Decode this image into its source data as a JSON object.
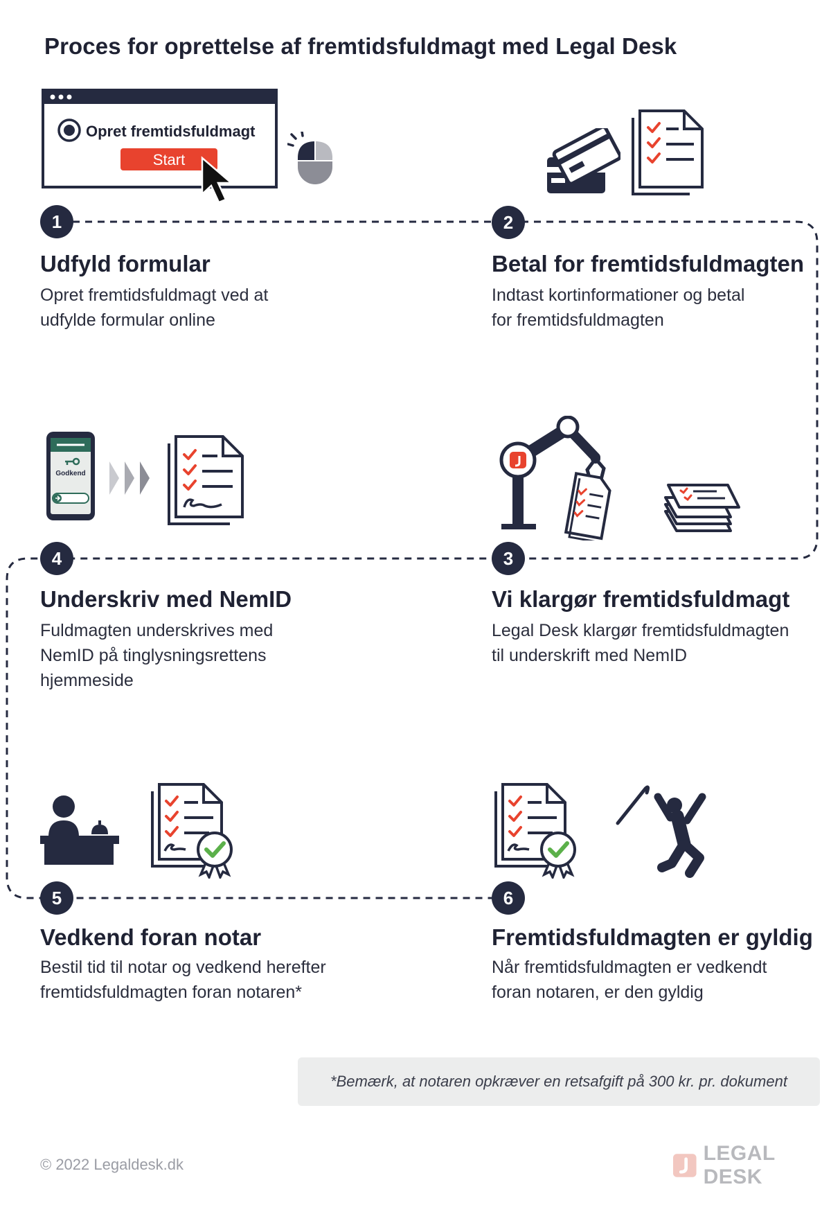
{
  "title": "Proces for oprettelse af fremtidsfuldmagt med Legal Desk",
  "browser": {
    "radio_label": "Opret fremtidsfuldmagt",
    "start_label": "Start"
  },
  "phone": {
    "label": "Godkend"
  },
  "steps": [
    {
      "number": "1",
      "title": "Udfyld formular",
      "desc": [
        "Opret fremtidsfuldmagt ved at",
        "udfylde formular online"
      ]
    },
    {
      "number": "2",
      "title": "Betal for fremtidsfuldmagten",
      "desc": [
        "Indtast kortinformationer og betal",
        "for fremtidsfuldmagten"
      ]
    },
    {
      "number": "3",
      "title": "Vi klargør fremtidsfuldmagt",
      "desc": [
        "Legal Desk klargør fremtidsfuldmagten",
        "til underskrift med NemID"
      ]
    },
    {
      "number": "4",
      "title": "Underskriv med NemID",
      "desc": [
        "Fuldmagten underskrives med",
        "NemID på tinglysningsrettens",
        "hjemmeside"
      ]
    },
    {
      "number": "5",
      "title": "Vedkend foran notar",
      "desc": [
        "Bestil tid til notar og vedkend herefter",
        "fremtidsfuldmagten foran notaren*"
      ]
    },
    {
      "number": "6",
      "title": "Fremtidsfuldmagten er gyldig",
      "desc": [
        "Når fremtidsfuldmagten er vedkendt",
        "foran notaren, er den gyldig"
      ]
    }
  ],
  "note": "*Bemærk, at notaren opkræver en retsafgift på 300 kr. pr. dokument",
  "footer": "© 2022 Legaldesk.dk",
  "brand": "LEGAL DESK",
  "colors": {
    "navy": "#252a40",
    "accent": "#e8432e",
    "check": "#5bb04a",
    "gray": "#8c8d96"
  },
  "icons": [
    "browser-window-icon",
    "mouse-icon",
    "credit-card-icon",
    "checklist-document-icon",
    "phone-icon",
    "arrows-icon",
    "signed-document-icon",
    "robot-arm-icon",
    "document-stack-icon",
    "notary-desk-icon",
    "certified-document-icon",
    "jumping-person-icon",
    "legal-desk-logo-icon"
  ]
}
